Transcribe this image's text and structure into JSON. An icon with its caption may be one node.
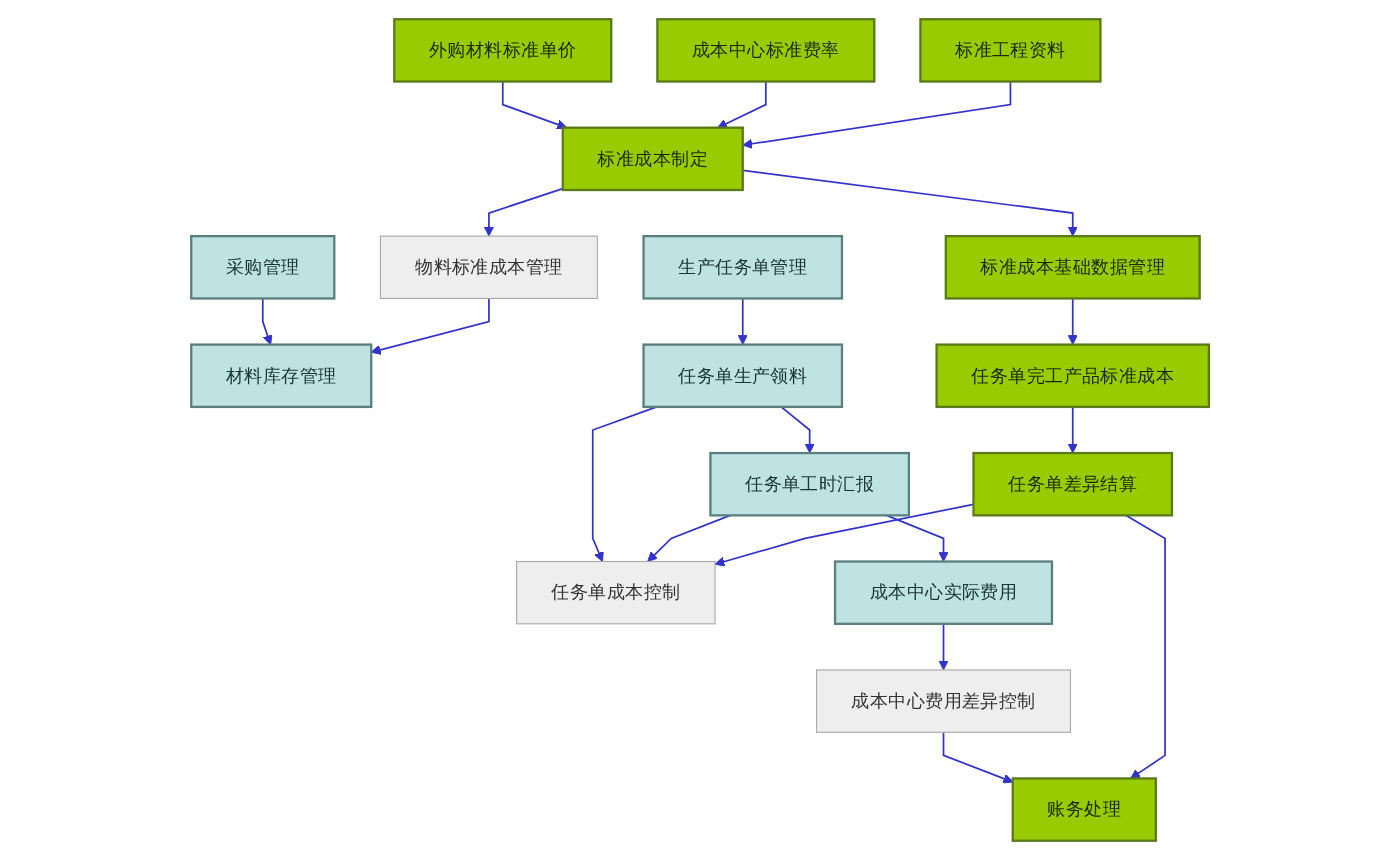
{
  "diagram": {
    "nodes": [
      {
        "text": [
          "标准工程资料"
        ]
      },
      {
        "text": [
          "成本中心标准费率"
        ]
      },
      {
        "text": [
          "外购材料标准单价"
        ]
      },
      {
        "text": [
          "采购管理"
        ]
      },
      {
        "text": [
          "标准成本制定"
        ]
      },
      {
        "text": [
          "物料标准成本管理"
        ]
      },
      {
        "text": [
          "材料库存管理"
        ]
      },
      {
        "text": [
          "标准成本基础数据管理"
        ]
      },
      {
        "text": [
          "生产任务单管理"
        ]
      },
      {
        "text": [
          "任务单完工产品标准成本"
        ]
      },
      {
        "text": [
          "任务单生产领料"
        ]
      },
      {
        "text": [
          "任务单差异结算"
        ]
      },
      {
        "text": [
          "任务单成本控制"
        ]
      },
      {
        "text": [
          "任务单工时汇报"
        ]
      },
      {
        "text": [
          "账务处理"
        ]
      },
      {
        "text": [
          "成本中心费用差异控制"
        ]
      },
      {
        "text": [
          "成本中心实际费用"
        ]
      }
    ],
    "edges": [
      {
        "from": 0,
        "to": 4,
        "arrow": "to"
      },
      {
        "from": 1,
        "to": 4,
        "arrow": "to"
      },
      {
        "from": 2,
        "to": 4,
        "arrow": "to"
      },
      {
        "from": 4,
        "to": 5,
        "arrow": "to"
      },
      {
        "from": 5,
        "to": 6,
        "arrow": "to"
      },
      {
        "from": 3,
        "to": 6,
        "arrow": "to"
      },
      {
        "from": 4,
        "to": 7,
        "arrow": "to"
      },
      {
        "from": 8,
        "to": 10,
        "arrow": "to"
      },
      {
        "from": 7,
        "to": 9,
        "arrow": "to"
      },
      {
        "from": 10,
        "to": 13,
        "arrow": "to"
      },
      {
        "from": 9,
        "to": 11,
        "arrow": "to"
      },
      {
        "from": 11,
        "to": 12,
        "arrow": "to"
      },
      {
        "from": 13,
        "to": 12,
        "arrow": "to"
      },
      {
        "from": 10,
        "to": 12,
        "arrow": "to"
      },
      {
        "from": 13,
        "to": 16,
        "arrow": "to"
      },
      {
        "from": 11,
        "to": 14,
        "arrow": "to"
      },
      {
        "from": 16,
        "to": 15,
        "arrow": "to"
      },
      {
        "from": 15,
        "to": 14,
        "arrow": "to"
      }
    ]
  }
}
